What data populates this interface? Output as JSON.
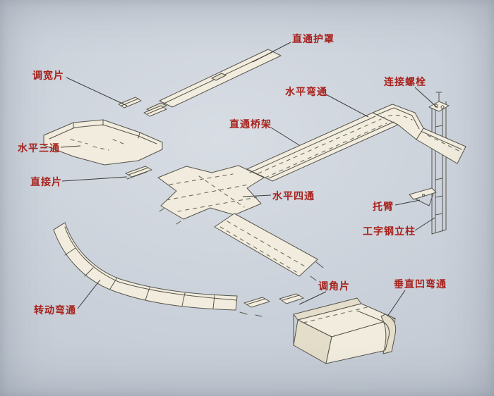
{
  "palette": {
    "label-color": "#a8211b",
    "line-color": "#3a3a38",
    "ink": "#55544c",
    "part-fill": "#f1ecdd",
    "part-fill-dark": "#e3ddc9",
    "paper-1": "#d8dde4",
    "paper-2": "#c3cad4"
  },
  "labels": [
    {
      "id": "straight-cover",
      "text": "直通护罩"
    },
    {
      "id": "width-adjuster",
      "text": "调宽片"
    },
    {
      "id": "horizontal-bend",
      "text": "水平弯通"
    },
    {
      "id": "connecting-bolt",
      "text": "连接螺栓"
    },
    {
      "id": "straight-tray",
      "text": "直通桥架"
    },
    {
      "id": "horizontal-tee",
      "text": "水平三通"
    },
    {
      "id": "direct-piece",
      "text": "直接片"
    },
    {
      "id": "horizontal-cross",
      "text": "水平四通"
    },
    {
      "id": "bracket-arm",
      "text": "托臂"
    },
    {
      "id": "i-beam-column",
      "text": "工字钢立柱"
    },
    {
      "id": "angle-adjuster",
      "text": "调角片"
    },
    {
      "id": "vertical-concave-bend",
      "text": "垂直凹弯通"
    },
    {
      "id": "rotating-bend",
      "text": "转动弯通"
    }
  ]
}
